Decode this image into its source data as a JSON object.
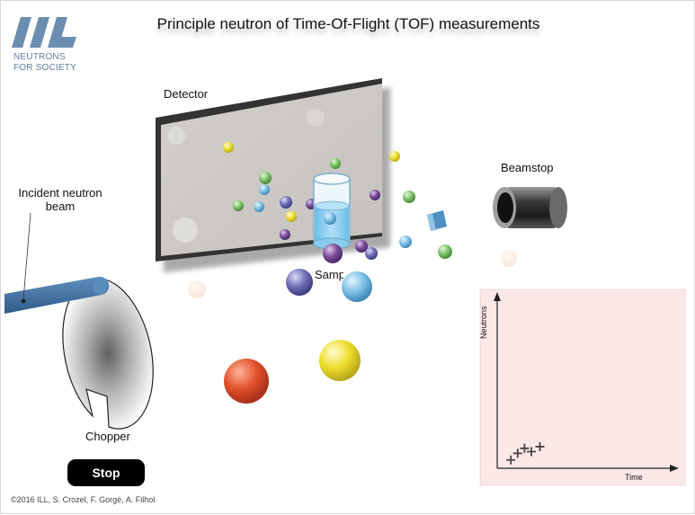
{
  "header": {
    "title": "Principle neutron of Time-Of-Flight (TOF) measurements"
  },
  "logo": {
    "line1": "NEUTRONS",
    "line2": "FOR SOCIETY",
    "color": "#5f7fa0"
  },
  "labels": {
    "detector": "Detector",
    "beamstop": "Beamstop",
    "incident_line1": "Incident neutron",
    "incident_line2": "beam",
    "sample": "Sample",
    "chopper": "Chopper"
  },
  "controls": {
    "stop_label": "Stop"
  },
  "footer": {
    "copyright": "©2016 ILL, S. Crozel, F. Gorgé, A. Filhol"
  },
  "colors": {
    "beam": "#3f6f9f",
    "chart_bg": "#fde8e8",
    "neutron_red": "#e2502a",
    "neutron_yellow": "#eedd2c",
    "neutron_blue": "#7cc0e6",
    "neutron_purple": "#6e6eb6",
    "neutron_green": "#7ec36a"
  },
  "icons": [
    "ill-logo-icon",
    "detector-panel",
    "sample-cylinder-icon",
    "beamstop-icon",
    "chopper-disc-icon"
  ],
  "chart_data": {
    "type": "scatter",
    "xlabel": "Time",
    "ylabel": "Neutrons",
    "marker": "+",
    "points": [
      {
        "x": 0.08,
        "y": 0.05
      },
      {
        "x": 0.12,
        "y": 0.09
      },
      {
        "x": 0.16,
        "y": 0.12
      },
      {
        "x": 0.2,
        "y": 0.1
      },
      {
        "x": 0.25,
        "y": 0.13
      }
    ]
  }
}
